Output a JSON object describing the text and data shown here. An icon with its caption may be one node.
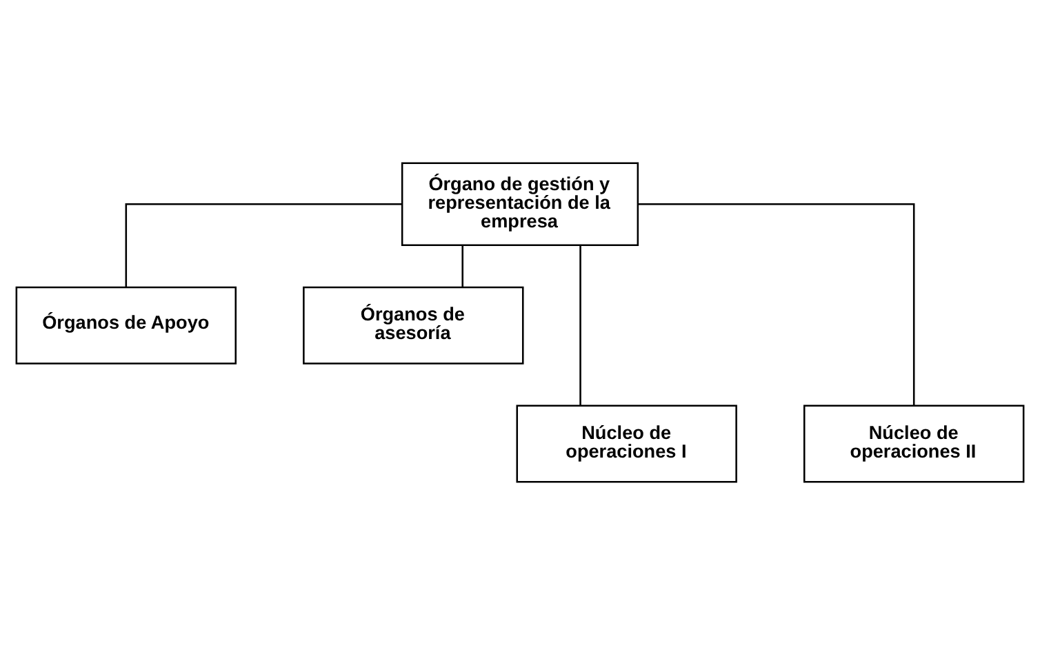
{
  "diagram": {
    "nodes": [
      {
        "text": [
          "Órgano de gestión y representación de la empresa"
        ]
      },
      {
        "text": [
          "Órganos de Apoyo"
        ]
      },
      {
        "text": [
          "Órganos de asesoría"
        ]
      },
      {
        "text": [
          "Núcleo de operaciones I"
        ]
      },
      {
        "text": [
          "Núcleo de operaciones II"
        ]
      }
    ],
    "edges": [
      {
        "from": 0,
        "to": 1,
        "arrow": "none"
      },
      {
        "from": 0,
        "to": 2,
        "arrow": "none"
      },
      {
        "from": 0,
        "to": 3,
        "arrow": "none"
      },
      {
        "from": 0,
        "to": 4,
        "arrow": "none"
      }
    ]
  }
}
